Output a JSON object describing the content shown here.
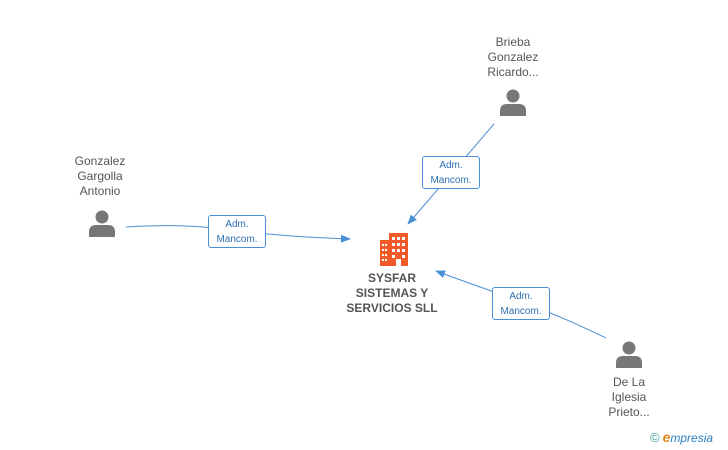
{
  "company": {
    "name_lines": [
      "SYSFAR",
      "SISTEMAS Y",
      "SERVICIOS SLL"
    ],
    "icon": "building-icon",
    "icon_color": "#f05a28"
  },
  "persons": [
    {
      "id": "brieba",
      "name_lines": [
        "Brieba",
        "Gonzalez",
        "Ricardo..."
      ],
      "icon": "person-icon"
    },
    {
      "id": "gonzalez",
      "name_lines": [
        "Gonzalez",
        "Gargolla",
        "Antonio"
      ],
      "icon": "person-icon"
    },
    {
      "id": "delaiglesia",
      "name_lines": [
        "De La",
        "Iglesia",
        "Prieto..."
      ],
      "icon": "person-icon"
    }
  ],
  "relations": [
    {
      "from": "brieba",
      "label_lines": [
        "Adm.",
        "Mancom."
      ]
    },
    {
      "from": "gonzalez",
      "label_lines": [
        "Adm.",
        "Mancom."
      ]
    },
    {
      "from": "delaiglesia",
      "label_lines": [
        "Adm.",
        "Mancom."
      ]
    }
  ],
  "colors": {
    "edge": "#4a8fd6",
    "person_icon": "#777777",
    "text": "#555555"
  },
  "brand": {
    "copyright": "©",
    "e": "e",
    "rest": "mpresia"
  }
}
